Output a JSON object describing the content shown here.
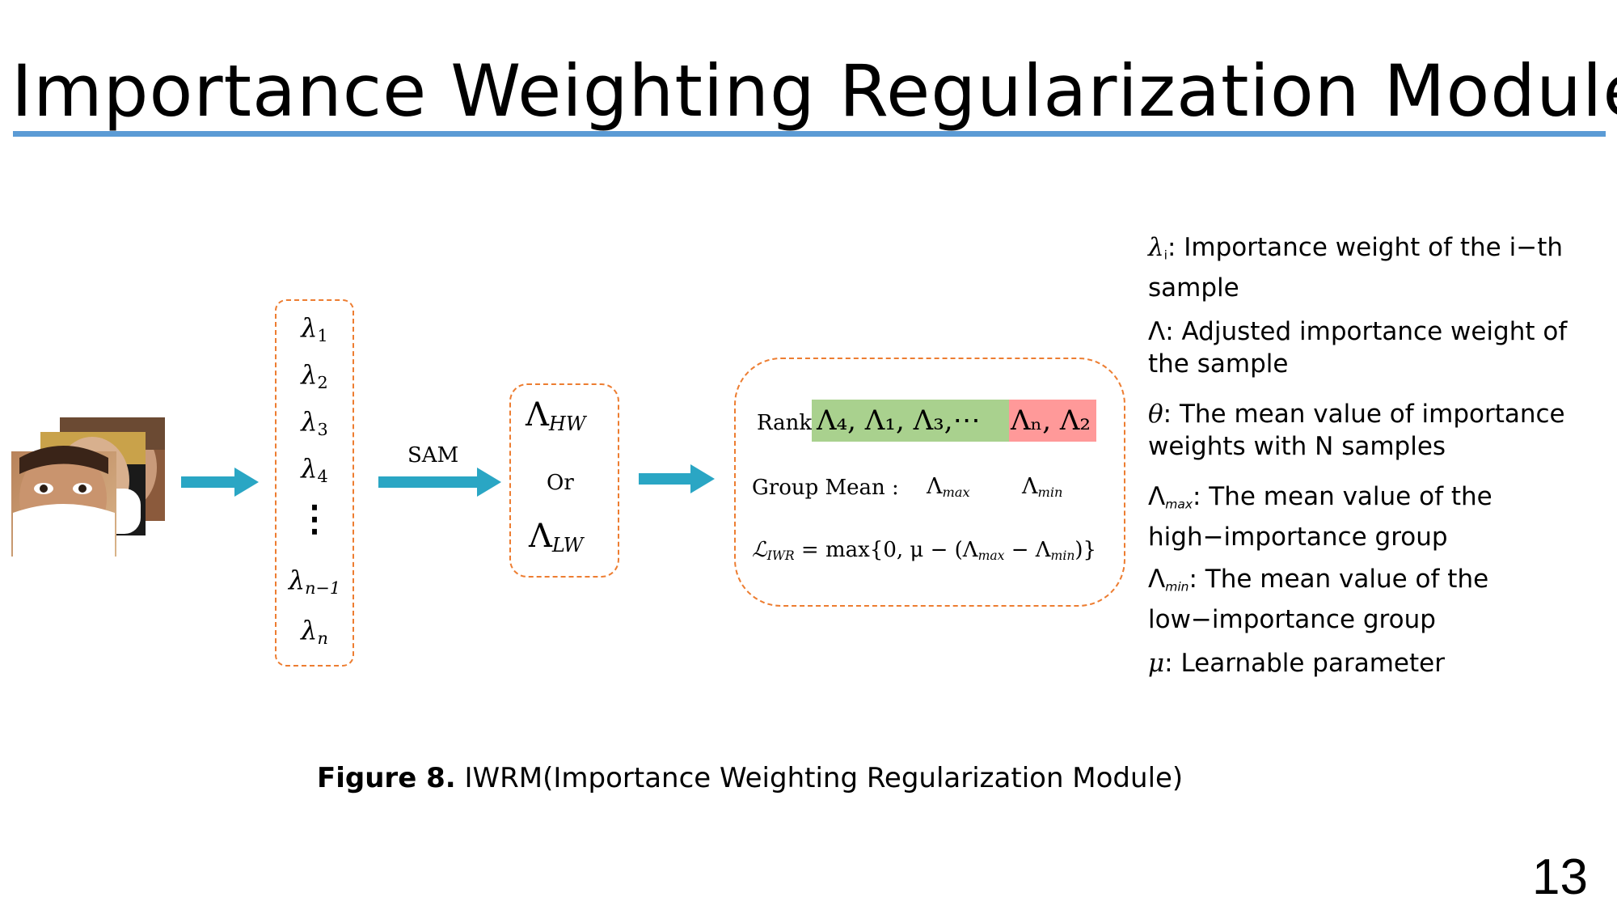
{
  "slide": {
    "title": "Importance Weighting Regularization Module",
    "page_number": "13"
  },
  "lambda_list": {
    "items": [
      {
        "base": "λ",
        "sub": "1"
      },
      {
        "base": "λ",
        "sub": "2"
      },
      {
        "base": "λ",
        "sub": "3"
      },
      {
        "base": "λ",
        "sub": "4"
      },
      {
        "base": "⋮",
        "sub": ""
      },
      {
        "base": "λ",
        "sub": "n−1"
      },
      {
        "base": "λ",
        "sub": "n"
      }
    ]
  },
  "sam": {
    "label": "SAM"
  },
  "weights_box": {
    "top_base": "Λ",
    "top_sub": "HW",
    "or_label": "Or",
    "bottom_base": "Λ",
    "bottom_sub": "LW"
  },
  "rank_box": {
    "rank_label": "Rank",
    "high_group": "Λ₄, Λ₁, Λ₃,⋯",
    "low_group": "Λₙ, Λ₂",
    "group_mean_label": "Group  Mean :",
    "max_base": "Λ",
    "max_sub": "max",
    "min_base": "Λ",
    "min_sub": "min",
    "loss_base": "ℒ",
    "loss_sub": "IWR",
    "loss_expr": " = max{0, μ − (Λ",
    "loss_max_sub": "max",
    "loss_mid": " − Λ",
    "loss_min_sub": "min",
    "loss_end": ")}"
  },
  "legend": [
    {
      "symbol": "λ",
      "sub": "i",
      "text": ": Importance weight of the i−th sample"
    },
    {
      "symbol": "Λ",
      "sub": "",
      "text": ": Adjusted importance weight of the sample"
    },
    {
      "symbol": "θ",
      "sub": "",
      "text": ": The mean value of importance weights with N samples"
    },
    {
      "symbol": "Λ",
      "sub": "max",
      "text": ": The mean value of the high−importance group"
    },
    {
      "symbol": "Λ",
      "sub": "min",
      "text": ": The mean value of the low−importance group"
    },
    {
      "symbol": "μ",
      "sub": "",
      "text": ": Learnable parameter"
    }
  ],
  "caption": {
    "figure_label": "Figure 8.",
    "text": " IWRM(Importance Weighting Regularization Module)"
  },
  "colors": {
    "accent_rule": "#5b9bd5",
    "arrow": "#2aa6c4",
    "dashed_border": "#ed7d31",
    "high_group_fill": "#a9d18e",
    "low_group_fill": "#ff9999"
  },
  "icons": {
    "face_stack": "face-image-stack-icon",
    "arrow": "arrow-right-icon"
  }
}
